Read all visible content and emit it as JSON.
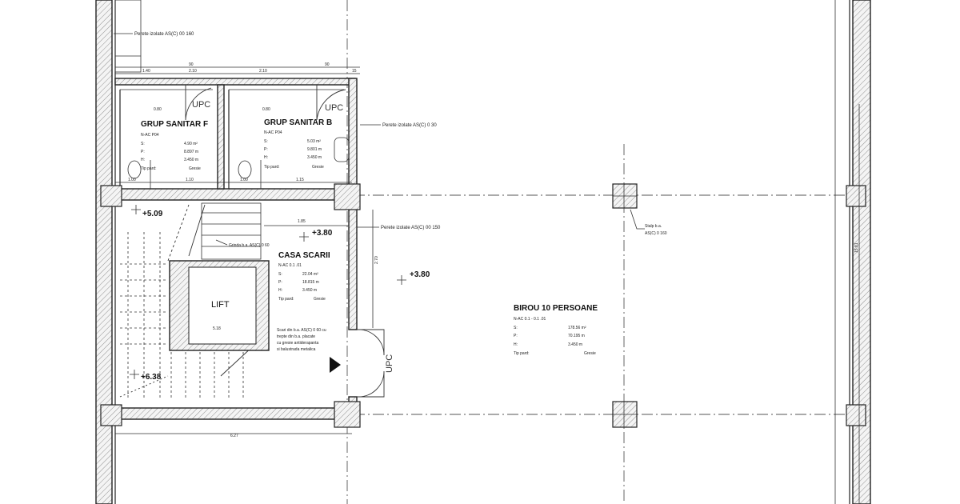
{
  "labels": {
    "top_wall_note": "Perete izolate AS(C) 00 160",
    "right_wall_note": "Perete izolate AS(C) 0 30",
    "stair_wall_note": "Perete izolate AS(C) 00 150",
    "column_note_1": "Stalp b.a.",
    "column_note_2": "AS(C) 0 160",
    "stair_beam_note": "Grinda b.a. AS(C) 0 60",
    "stair_note_1": "Scari din b.a. AS(C) 0 60 cu",
    "stair_note_2": "trepte din b.a. placate",
    "stair_note_3": "cu gresie antiderapanta",
    "stair_note_4": "si balustrada metalica",
    "lift": "LIFT",
    "upc_1": "UPC",
    "upc_2": "UPC",
    "upc_3": "UPC"
  },
  "levels": {
    "l1": "+5.09",
    "l2": "+3.80",
    "l3": "+3.80",
    "l4": "+6.38"
  },
  "dims": {
    "top_1": "1.40",
    "top_2": "2.10",
    "top_3": "2.10",
    "top_4": "15",
    "top_sub_1": "90",
    "top_sub_2": "90",
    "low_1": "1.00",
    "low_2": "1.10",
    "low_3": "1.00",
    "low_4": "1.15",
    "stair_w": "1.85",
    "bottom": "6.27",
    "lift_w": "5.18",
    "right_h": "15.81",
    "door_1": "0.80",
    "door_2": "0.80",
    "stair_h": "2.70"
  },
  "rooms": {
    "gs_a": {
      "name": "GRUP SANITAR F",
      "code": "N-AC P04",
      "s_label": "S:",
      "s_val": "4.90 m²",
      "p_label": "P:",
      "p_val": "8.897 m",
      "h_label": "H:",
      "h_val": "3.450 m",
      "floor_label": "Tip pard:",
      "floor_val": "Gresie"
    },
    "gs_b": {
      "name": "GRUP SANITAR B",
      "code": "N-AC P04",
      "s_label": "S:",
      "s_val": "5.03 m²",
      "p_label": "P:",
      "p_val": "9.801 m",
      "h_label": "H:",
      "h_val": "3.450 m",
      "floor_label": "Tip pard:",
      "floor_val": "Gresie"
    },
    "stair": {
      "name": "CASA SCARII",
      "code": "N-AC 0.1 .01",
      "s_label": "S:",
      "s_val": "22.04 m²",
      "p_label": "P:",
      "p_val": "18.815 m",
      "h_label": "H:",
      "h_val": "3.450 m",
      "floor_label": "Tip pard:",
      "floor_val": "Gresie"
    },
    "office": {
      "name": "BIROU 10 PERSOANE",
      "code": "N-AC 0.1 - 0.1 .01",
      "s_label": "S:",
      "s_val": "178.56 m²",
      "p_label": "P:",
      "p_val": "70.195 m",
      "h_label": "H:",
      "h_val": "3.450 m",
      "floor_label": "Tip pard:",
      "floor_val": "Gresie"
    }
  }
}
